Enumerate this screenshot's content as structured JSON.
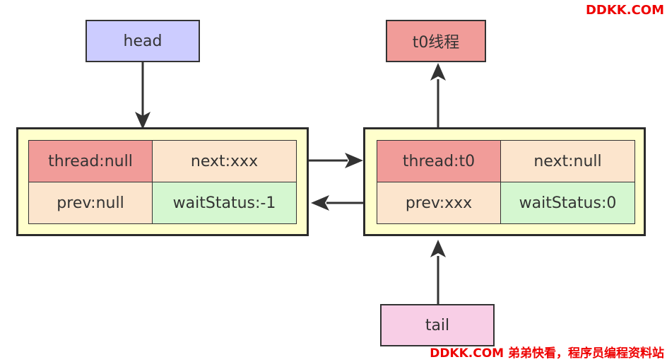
{
  "head": {
    "label": "head"
  },
  "thread_box": {
    "label": "t0线程"
  },
  "tail": {
    "label": "tail"
  },
  "node1": {
    "thread": "thread:null",
    "next": "next:xxx",
    "prev": "prev:null",
    "waitStatus": "waitStatus:-1"
  },
  "node2": {
    "thread": "thread:t0",
    "next": "next:null",
    "prev": "prev:xxx",
    "waitStatus": "waitStatus:0"
  },
  "watermark": {
    "top": "DDKK.COM",
    "bottom": "DDKK.COM 弟弟快看，程序员编程资料站"
  },
  "colors": {
    "head": "#ccccff",
    "thread_red": "#f19c99",
    "tail": "#f8cee6",
    "node_bg": "#ffffcc",
    "peach": "#fce5cd",
    "green": "#d5f7d0",
    "watermark": "#ee0000"
  }
}
